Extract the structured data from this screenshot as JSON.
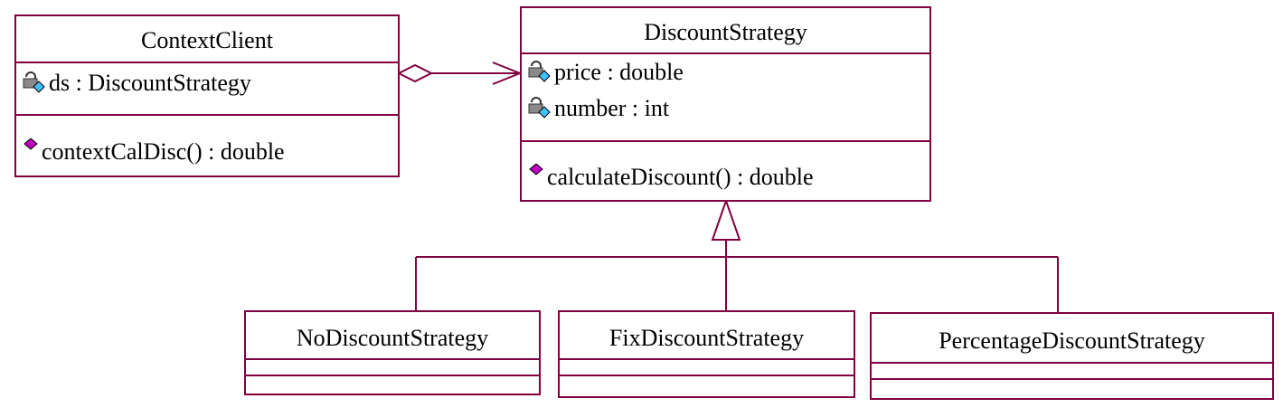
{
  "classes": {
    "context_client": {
      "name": "ContextClient",
      "attributes": [
        "ds : DiscountStrategy"
      ],
      "operations": [
        "contextCalDisc() : double"
      ]
    },
    "discount_strategy": {
      "name": "DiscountStrategy",
      "attributes": [
        "price : double",
        "number : int"
      ],
      "operations": [
        "calculateDiscount() : double"
      ]
    },
    "no_discount": {
      "name": "NoDiscountStrategy"
    },
    "fix_discount": {
      "name": "FixDiscountStrategy"
    },
    "percentage_discount": {
      "name": "PercentageDiscountStrategy"
    }
  },
  "icons": {
    "private_attribute": "lock-field-icon",
    "public_operation": "operation-diamond-icon"
  },
  "colors": {
    "border": "#800040",
    "operation_icon": "#c000c0",
    "field_icon": "#40c0ff"
  }
}
